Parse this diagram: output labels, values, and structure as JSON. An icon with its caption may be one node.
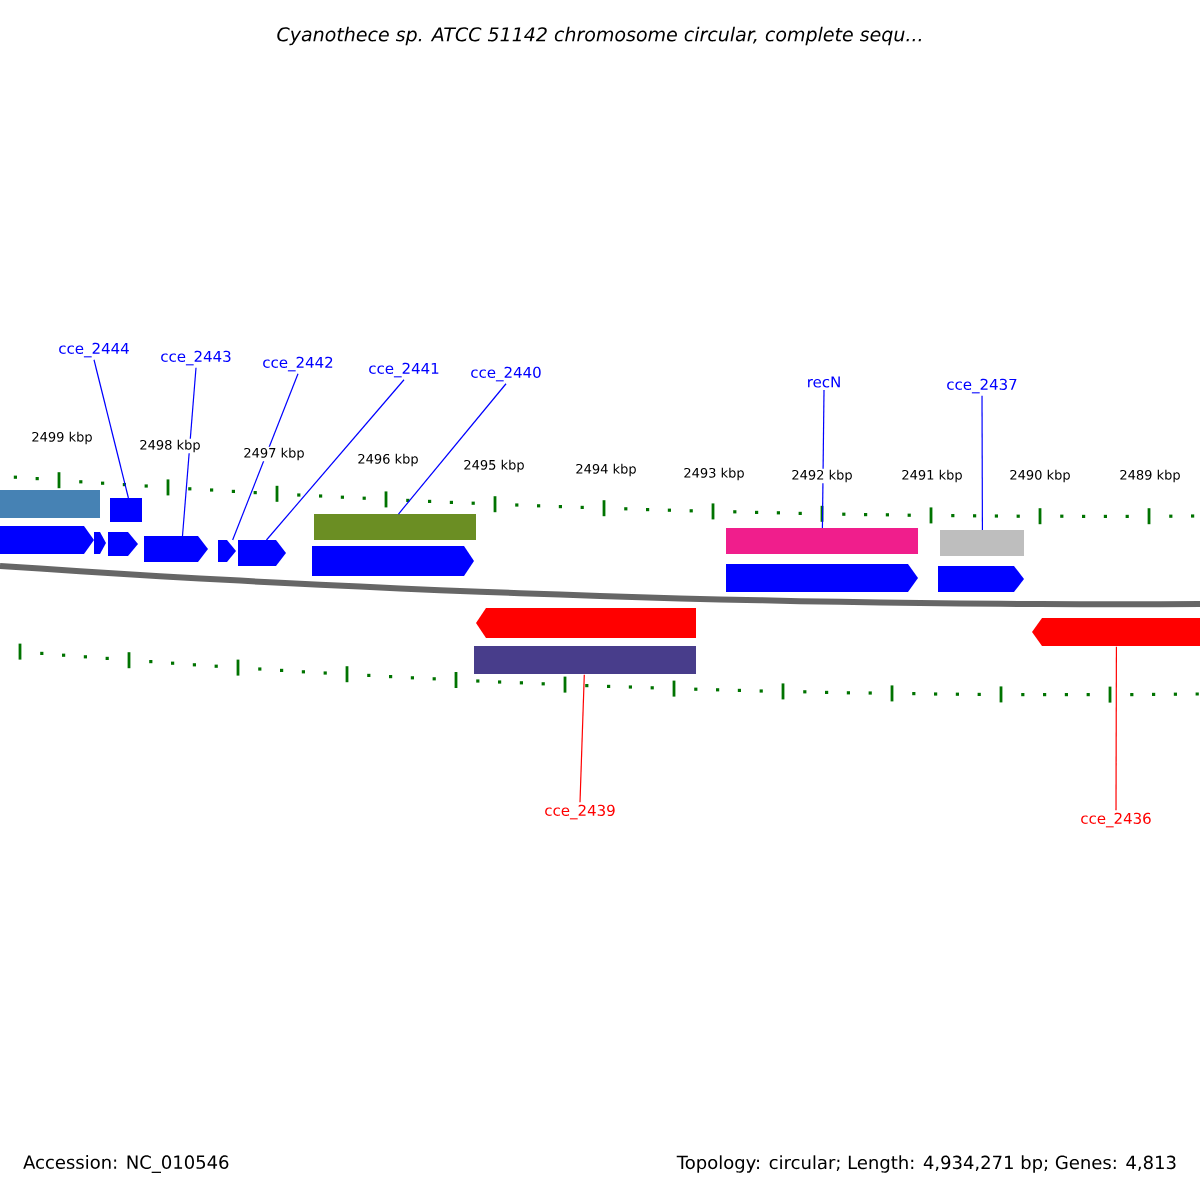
{
  "diagram": {
    "title": "Cyanothece sp. ATCC 51142 chromosome circular, complete sequ...",
    "nodes": [
      {
        "text": [
          "cce_2444"
        ]
      },
      {
        "text": [
          "cce_2443"
        ]
      },
      {
        "text": [
          "cce_2442"
        ]
      },
      {
        "text": [
          "cce_2441"
        ]
      },
      {
        "text": [
          "cce_2440"
        ]
      },
      {
        "text": [
          "recN"
        ]
      },
      {
        "text": [
          "cce_2437"
        ]
      },
      {
        "text": [
          "cce_2439"
        ]
      },
      {
        "text": [
          "cce_2436"
        ]
      },
      {
        "text": [],
        "shape": "bar"
      },
      {
        "text": [],
        "shape": "bar"
      },
      {
        "text": [],
        "shape": "bar"
      },
      {
        "text": [],
        "shape": "bar"
      },
      {
        "text": [],
        "shape": "bar"
      },
      {
        "text": [],
        "shape": "pentagon"
      },
      {
        "text": [],
        "shape": "pentagon"
      },
      {
        "text": [],
        "shape": "pentagon"
      },
      {
        "text": [],
        "shape": "pentagon"
      },
      {
        "text": [],
        "shape": "pentagon"
      },
      {
        "text": [],
        "shape": "pentagon"
      },
      {
        "text": [],
        "shape": "pentagon"
      },
      {
        "text": [],
        "shape": "pentagon"
      },
      {
        "text": [],
        "shape": "pentagon"
      },
      {
        "text": [],
        "shape": "pentagon"
      },
      {
        "text": [],
        "shape": "bar"
      },
      {
        "text": [],
        "shape": "pentagon"
      }
    ],
    "edges": [
      {
        "from": 0,
        "to": 10,
        "arrow": "none"
      },
      {
        "from": 1,
        "to": 17,
        "arrow": "none"
      },
      {
        "from": 2,
        "to": 18,
        "arrow": "none"
      },
      {
        "from": 3,
        "to": 19,
        "arrow": "none"
      },
      {
        "from": 4,
        "to": 11,
        "arrow": "none"
      },
      {
        "from": 5,
        "to": 12,
        "arrow": "none"
      },
      {
        "from": 6,
        "to": 13,
        "arrow": "none"
      },
      {
        "from": 7,
        "to": 24,
        "arrow": "none",
        "color": "#ff0000"
      },
      {
        "from": 8,
        "to": 25,
        "arrow": "none",
        "color": "#ff0000"
      }
    ],
    "labels": [
      "2499 kbp",
      "2498 kbp",
      "2497 kbp",
      "2496 kbp",
      "2495 kbp",
      "2494 kbp",
      "2493 kbp",
      "2492 kbp",
      "2491 kbp",
      "2490 kbp",
      "2489 kbp",
      "Accession: NC_010546",
      "Topology: circular; Length: 4,934,271 bp; Genes: 4,813"
    ]
  }
}
